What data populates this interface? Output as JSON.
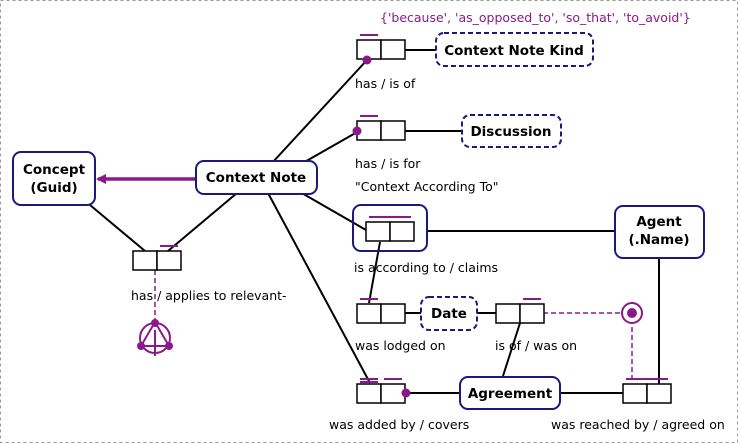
{
  "diagram": {
    "constraint_text": "{'because', 'as_opposed_to', 'so_that', 'to_avoid'}",
    "entities": {
      "concept_line1": "Concept",
      "concept_line2": "(Guid)",
      "context_note": "Context Note",
      "agent_line1": "Agent",
      "agent_line2": "(.Name)",
      "agreement": "Agreement"
    },
    "value_types": {
      "context_note_kind": "Context Note Kind",
      "discussion": "Discussion",
      "date": "Date"
    },
    "readings": {
      "kind": "has / is of",
      "discussion": "has / is for",
      "discussion_note": "\"Context According To\"",
      "according_to": "is according to / claims",
      "applies_to": "has / applies to relevant-",
      "lodged": "was lodged on",
      "agreed_date": "is of / was on",
      "added_by": "was added by / covers",
      "reached_by": "was reached by / agreed on"
    },
    "colors": {
      "entity_border": "#1a1a7e",
      "constraint": "#8a1a8a",
      "line": "#000000"
    }
  }
}
